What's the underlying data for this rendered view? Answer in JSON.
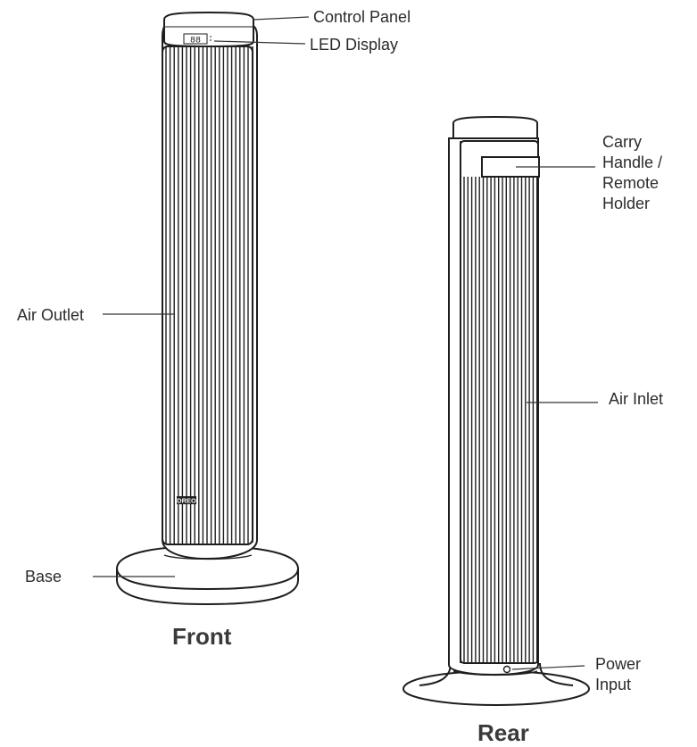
{
  "diagram": {
    "front": {
      "caption": "Front",
      "brand": "DREO",
      "display_digits": "88",
      "labels": {
        "control_panel": "Control Panel",
        "led_display": "LED Display",
        "air_outlet": "Air Outlet",
        "base": "Base"
      }
    },
    "rear": {
      "caption": "Rear",
      "labels": {
        "carry_handle": [
          "Carry",
          "Handle /",
          "Remote",
          "Holder"
        ],
        "air_inlet": "Air Inlet",
        "power_input": [
          "Power",
          "Input"
        ]
      }
    }
  }
}
